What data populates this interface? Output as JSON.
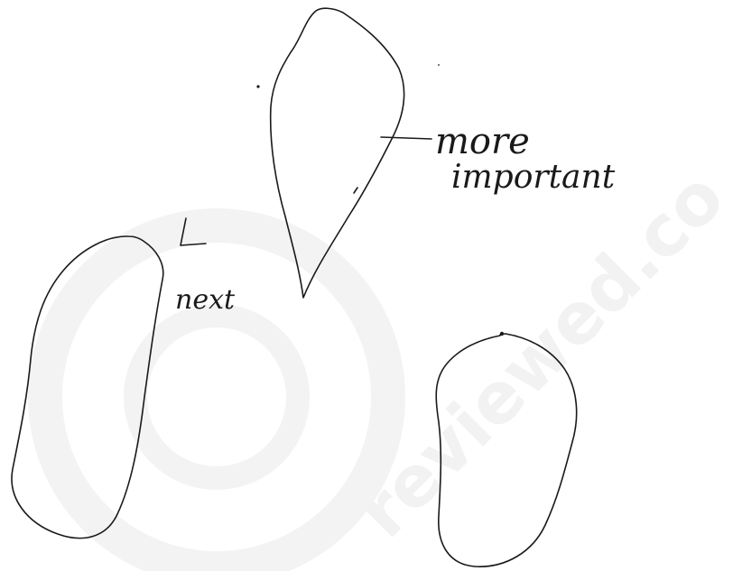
{
  "diagram": {
    "shapes": [
      {
        "id": "shape-top",
        "description": "leaf / teardrop shaped outline"
      },
      {
        "id": "shape-left",
        "description": "tall rounded blob outline"
      },
      {
        "id": "shape-bottom-right",
        "description": "rounded blob outline"
      }
    ],
    "annotations": {
      "more_important_line1": "more",
      "more_important_line2": "important",
      "next": "next"
    },
    "watermark": {
      "text": "reviewed.co"
    },
    "colors": {
      "ink": "#1a1a1a",
      "background": "#ffffff",
      "watermark": "#f2f2f2"
    }
  }
}
